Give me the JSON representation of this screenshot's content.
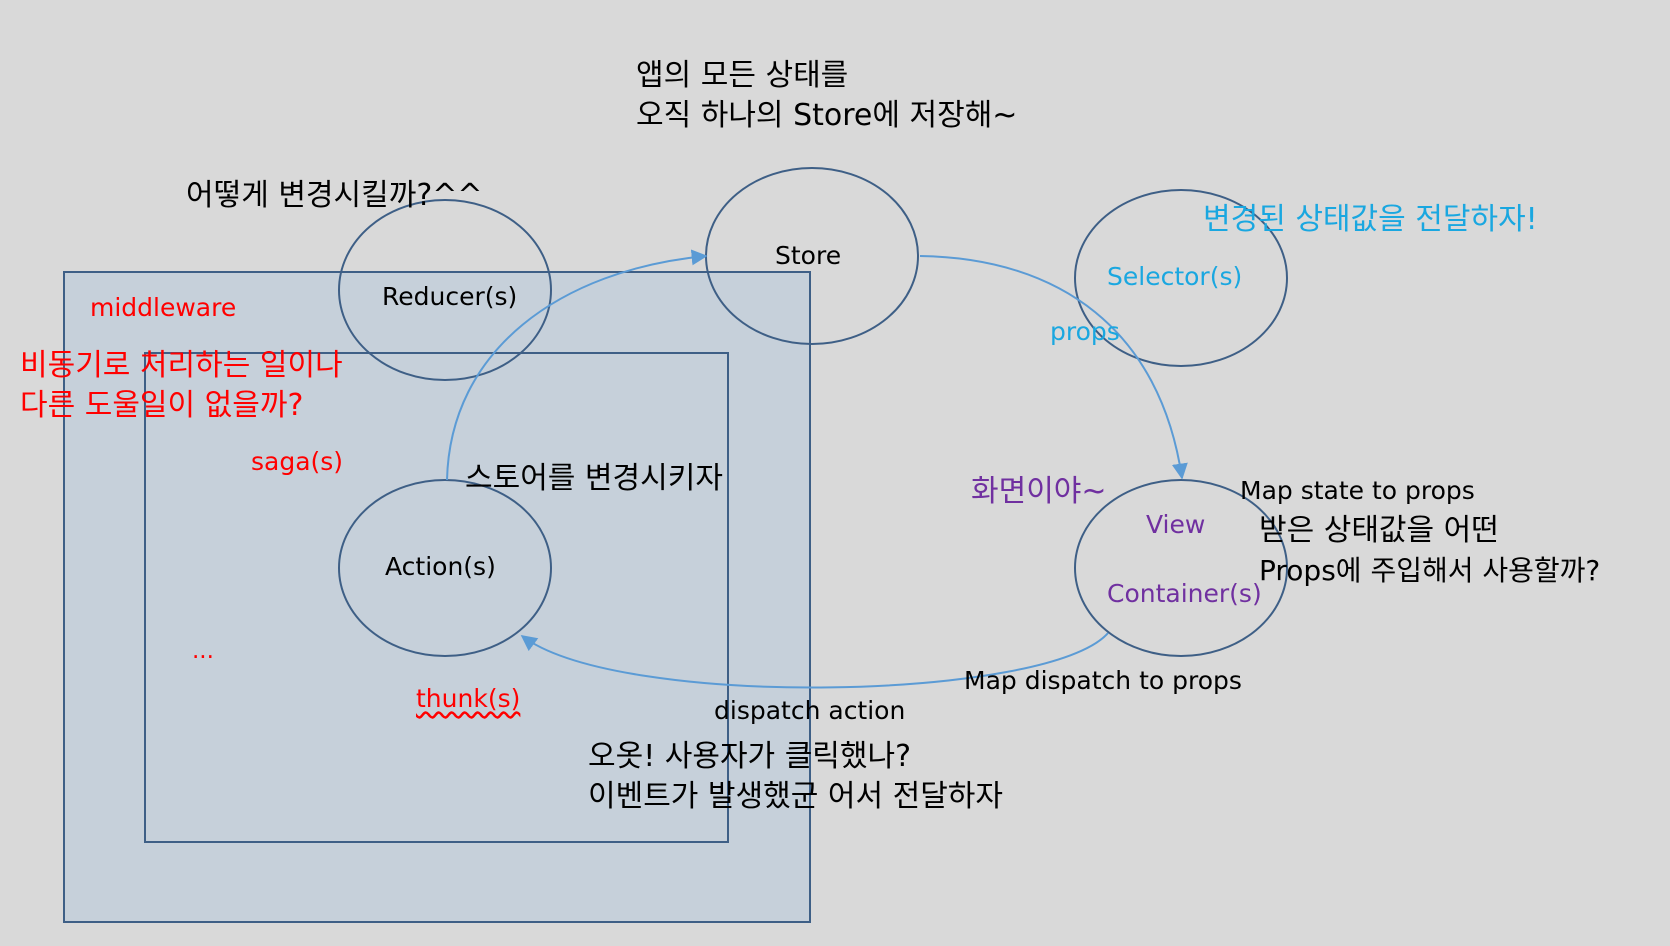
{
  "nodes": {
    "store": "Store",
    "reducer": "Reducer(s)",
    "action": "Action(s)",
    "selector": "Selector(s)",
    "view": "View",
    "container": "Container(s)"
  },
  "middleware": {
    "label": "middleware",
    "saga": "saga(s)",
    "thunk": "thunk(s)",
    "ellipsis": "..."
  },
  "notes": {
    "store_line1": "앱의 모든 상태를",
    "store_line2": "오직 하나의 Store에 저장해~",
    "reducer": "어떻게 변경시킬까?^^",
    "selector": "변경된 상태값을 전달하자!",
    "props": "props",
    "async_line1": "비동기로 처리하는 일이나",
    "async_line2": "다른 도울일이 없을까?",
    "action_to_store": "스토어를 변경시키자",
    "view": "화면이야~",
    "map_state": "Map state to props",
    "map_state_line1": "받은 상태값을 어떤",
    "map_state_line2": "Props에 주입해서 사용할까?",
    "map_dispatch": "Map dispatch to props",
    "dispatch_action": "dispatch action",
    "event_line1": "오옷! 사용자가 클릭했나?",
    "event_line2": "이벤트가 발생했군 어서 전달하자"
  },
  "colors": {
    "background": "#d9d9d9",
    "middleware_fill": "#c6d0da",
    "outline": "#3e5f86",
    "arrow": "#5b9bd5",
    "red_text": "#ff0000",
    "cyan_text": "#1aa7e0",
    "purple_text": "#7030a0"
  }
}
